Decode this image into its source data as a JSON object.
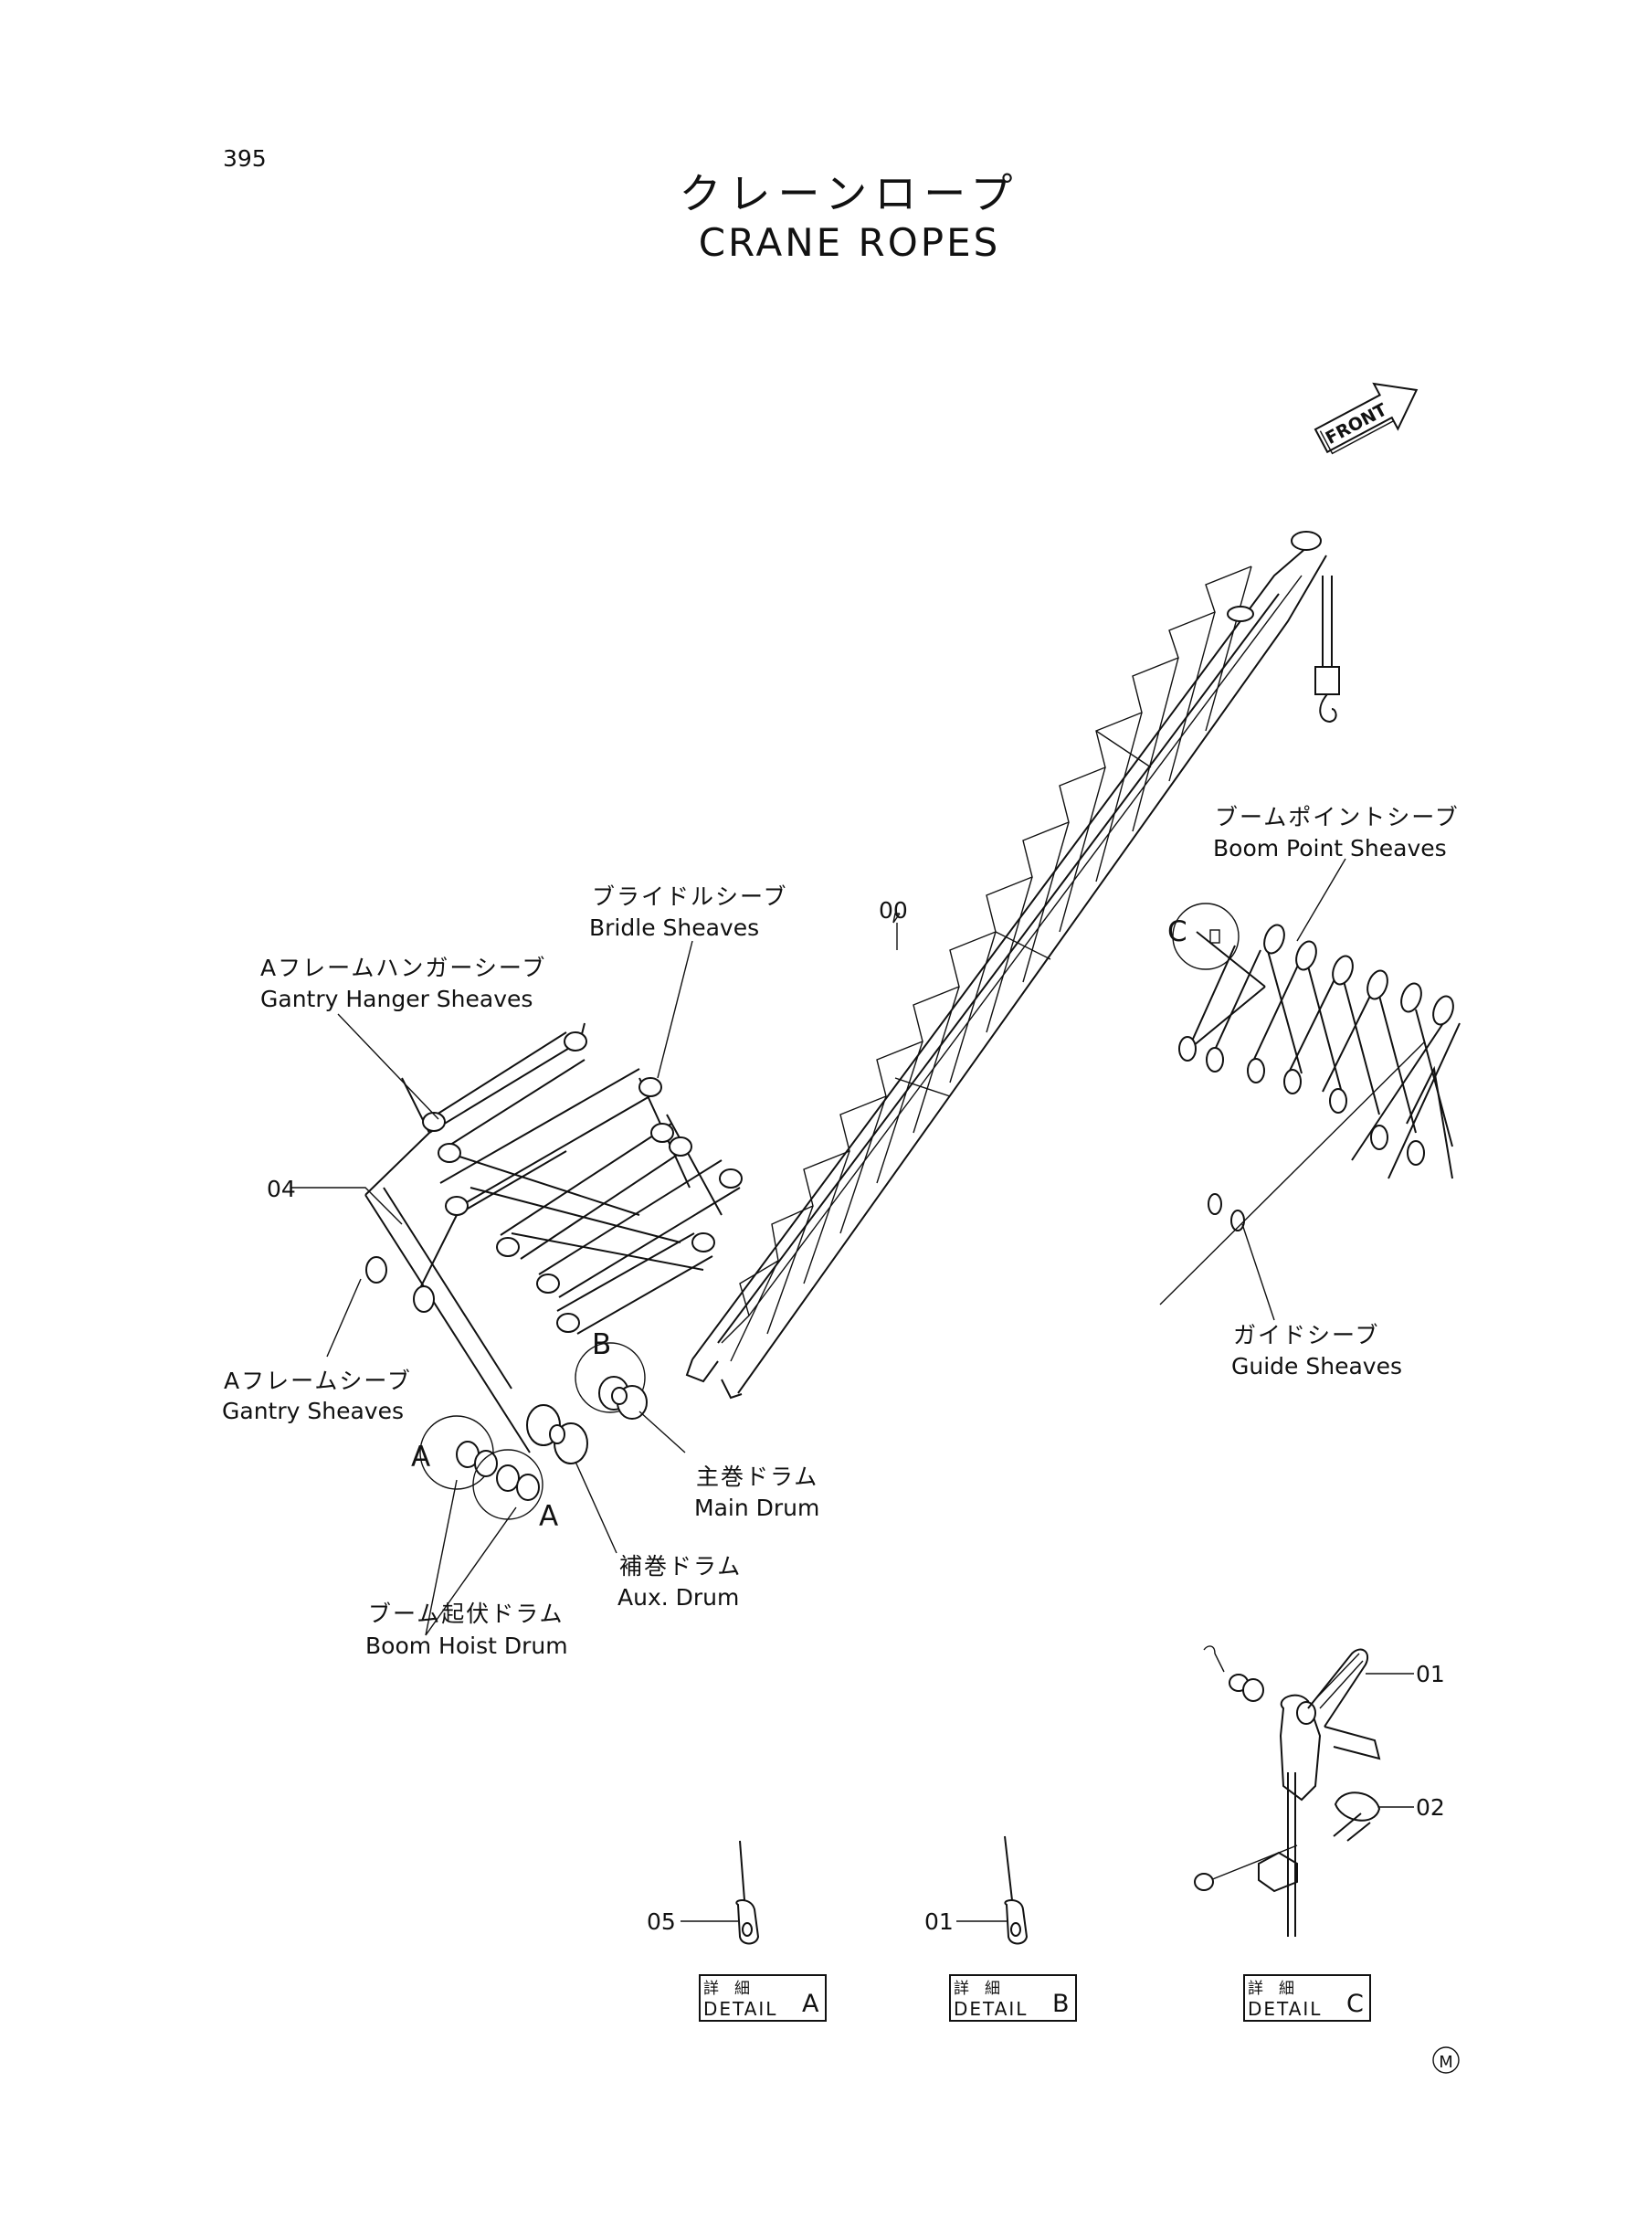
{
  "page_number": "395",
  "title_jp": "クレーンロープ",
  "title_en": "CRANE ROPES",
  "front_label": "FRONT",
  "part_numbers": {
    "boom": "00",
    "frame": "04",
    "rope_b": "01",
    "detail_c_a": "01",
    "detail_c_b": "02",
    "detail_a": "05",
    "detail_b": "01"
  },
  "labels": {
    "bridle_jp": "ブライドルシーブ",
    "bridle_en": "Bridle Sheaves",
    "gantry_hanger_jp": "Aフレームハンガーシーブ",
    "gantry_hanger_en": "Gantry Hanger Sheaves",
    "boom_point_jp": "ブームポイントシーブ",
    "boom_point_en": "Boom Point Sheaves",
    "gantry_jp": "Aフレームシーブ",
    "gantry_en": "Gantry Sheaves",
    "guide_jp": "ガイドシーブ",
    "guide_en": "Guide Sheaves",
    "main_drum_jp": "主巻ドラム",
    "main_drum_en": "Main Drum",
    "aux_drum_jp": "補巻ドラム",
    "aux_drum_en": "Aux. Drum",
    "boom_hoist_jp": "ブーム起伏ドラム",
    "boom_hoist_en": "Boom Hoist Drum"
  },
  "callouts": {
    "a": "A",
    "b": "B",
    "c": "C"
  },
  "details": [
    {
      "jp": "詳　細",
      "en": "DETAIL",
      "letter": "A"
    },
    {
      "jp": "詳　細",
      "en": "DETAIL",
      "letter": "B"
    },
    {
      "jp": "詳　細",
      "en": "DETAIL",
      "letter": "C"
    }
  ],
  "mark": "M"
}
